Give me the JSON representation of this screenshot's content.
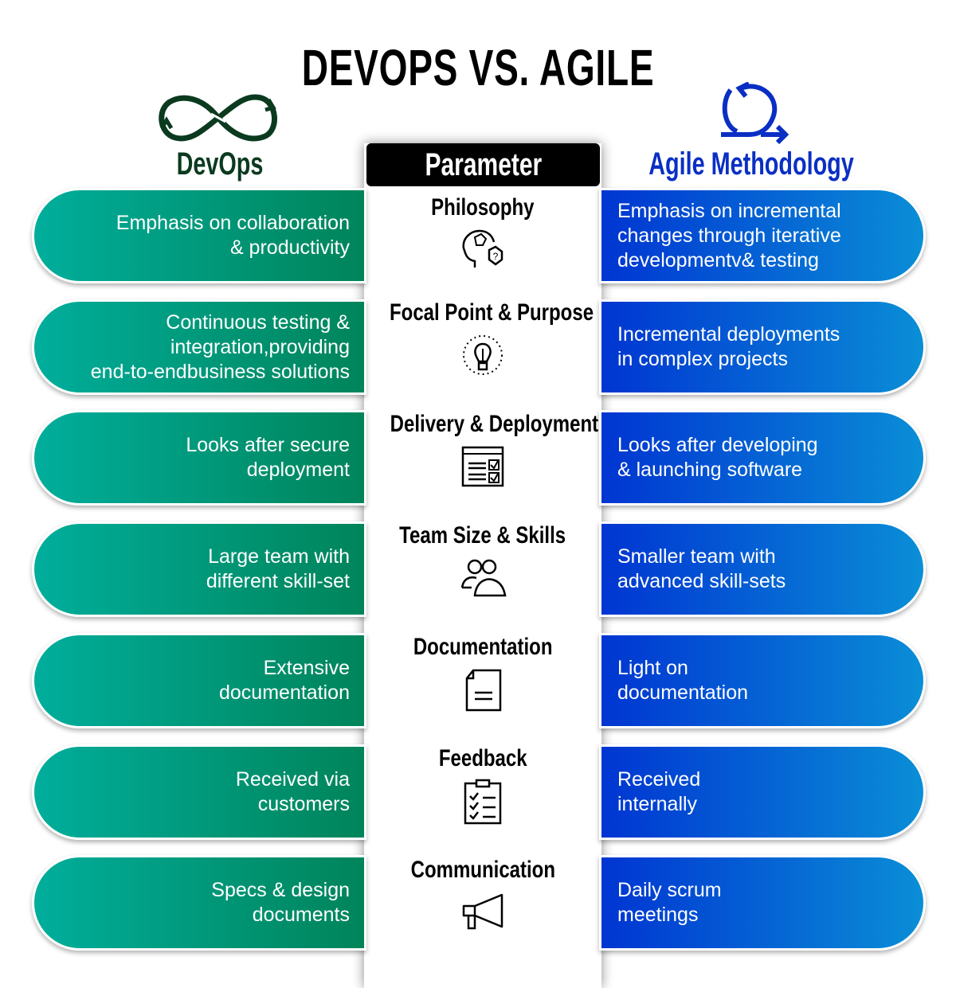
{
  "title": "DEVOPS VS. AGILE",
  "left_brand": {
    "label": "DevOps",
    "icon": "infinity-loop-icon",
    "color": "#0b3a1f"
  },
  "right_brand": {
    "label": "Agile Methodology",
    "icon": "cycle-arrow-icon",
    "color": "#0a2fc4"
  },
  "colors": {
    "devops_gradient": [
      "#00ae9c",
      "#00845a"
    ],
    "agile_gradient": [
      "#0035d2",
      "#0a8ed6"
    ]
  },
  "parameter_header": "Parameter",
  "rows": [
    {
      "parameter": "Philosophy",
      "icon": "head-hexagon-question-icon",
      "devops": "Emphasis on collaboration\n& productivity",
      "agile": "Emphasis on incremental\nchanges through iterative\ndevelopmentv& testing"
    },
    {
      "parameter": "Focal Point & Purpose",
      "icon": "lightbulb-icon",
      "devops": "Continuous testing &\nintegration,providing\nend-to-endbusiness solutions",
      "agile": "Incremental deployments\nin complex projects"
    },
    {
      "parameter": "Delivery & Deployment",
      "icon": "browser-checklist-icon",
      "devops": "Looks after secure\ndeployment",
      "agile": "Looks after developing\n& launching software"
    },
    {
      "parameter": "Team Size & Skills",
      "icon": "team-icon",
      "devops": "Large team with\ndifferent skill-set",
      "agile": "Smaller team with\nadvanced skill-sets"
    },
    {
      "parameter": "Documentation",
      "icon": "document-icon",
      "devops": "Extensive\ndocumentation",
      "agile": "Light on\ndocumentation"
    },
    {
      "parameter": "Feedback",
      "icon": "clipboard-checklist-icon",
      "devops": "Received via\ncustomers",
      "agile": "Received\ninternally"
    },
    {
      "parameter": "Communication",
      "icon": "megaphone-icon",
      "devops": "Specs & design\ndocuments",
      "agile": "Daily scrum\nmeetings"
    }
  ]
}
